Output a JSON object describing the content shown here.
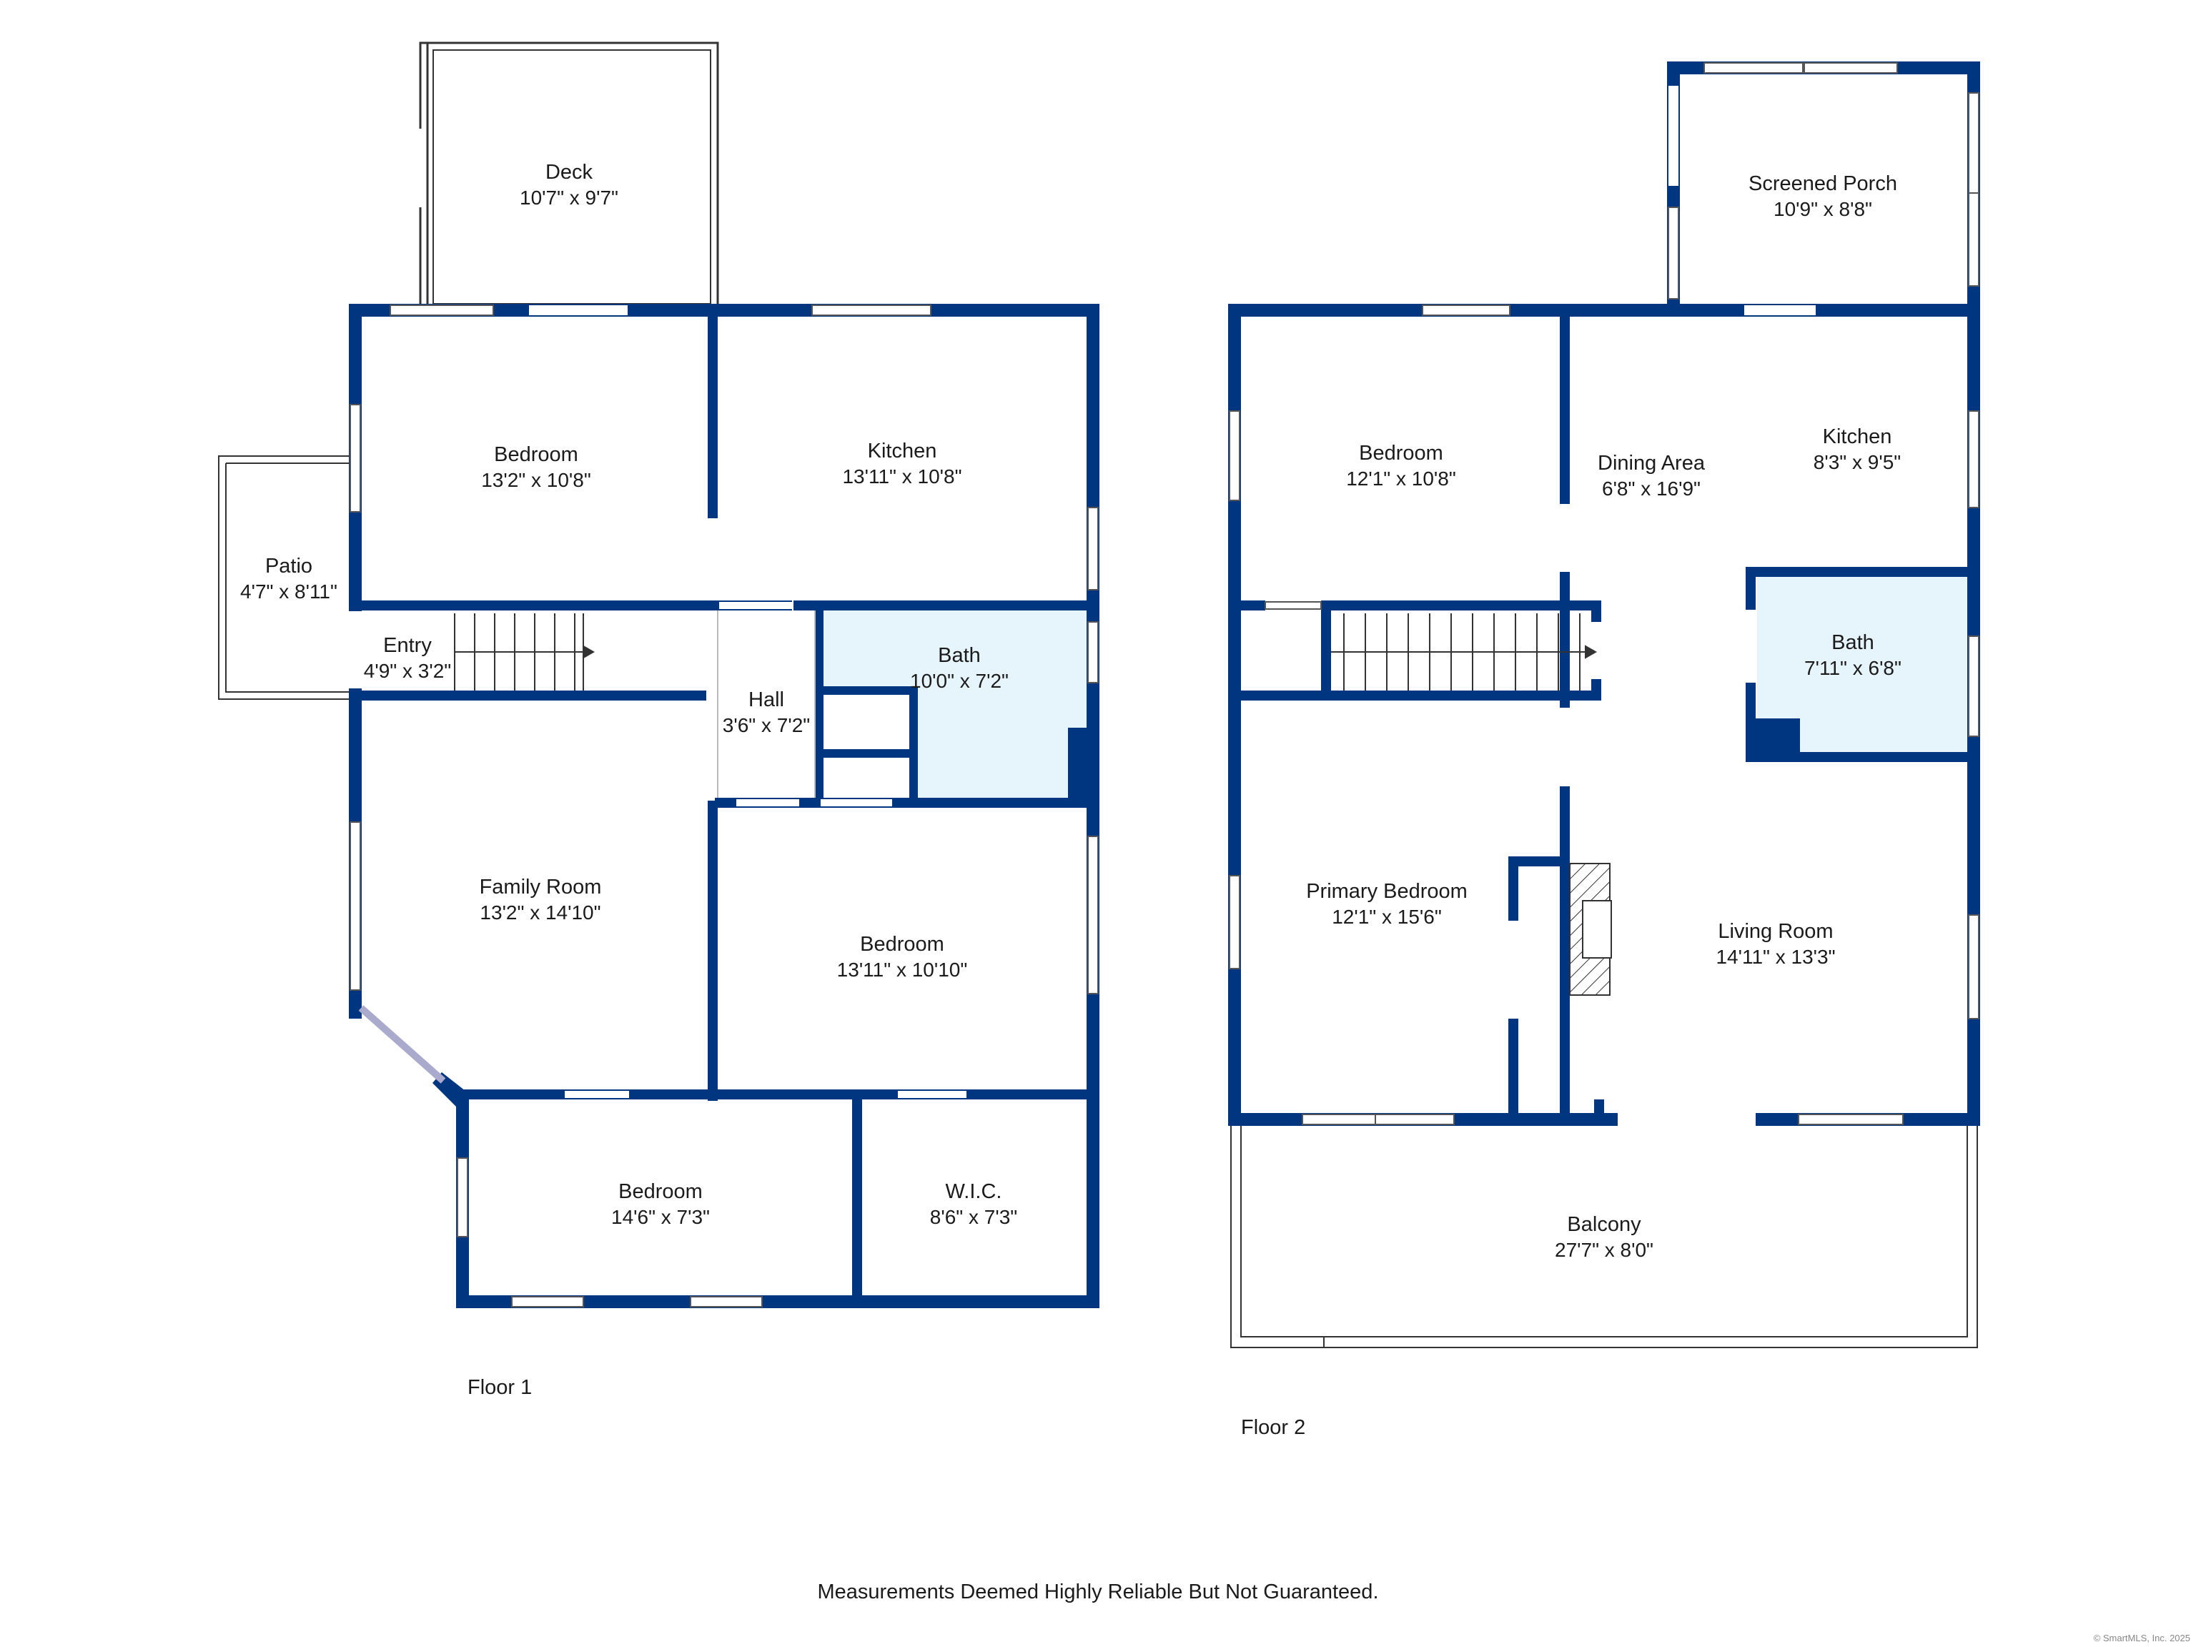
{
  "colors": {
    "wall": "#003580",
    "bath_fill": "#e6f4fc",
    "outline": "#333333"
  },
  "floor1": {
    "label": "Floor 1",
    "rooms": {
      "deck": {
        "name": "Deck",
        "dims": "10'7\" x 9'7\""
      },
      "bedroom_nw": {
        "name": "Bedroom",
        "dims": "13'2\" x 10'8\""
      },
      "kitchen": {
        "name": "Kitchen",
        "dims": "13'11\" x 10'8\""
      },
      "patio": {
        "name": "Patio",
        "dims": "4'7\" x 8'11\""
      },
      "entry": {
        "name": "Entry",
        "dims": "4'9\" x 3'2\""
      },
      "hall": {
        "name": "Hall",
        "dims": "3'6\" x 7'2\""
      },
      "bath": {
        "name": "Bath",
        "dims": "10'0\" x 7'2\""
      },
      "family_room": {
        "name": "Family Room",
        "dims": "13'2\" x 14'10\""
      },
      "bedroom_e": {
        "name": "Bedroom",
        "dims": "13'11\" x 10'10\""
      },
      "bedroom_s": {
        "name": "Bedroom",
        "dims": "14'6\" x 7'3\""
      },
      "wic": {
        "name": "W.I.C.",
        "dims": "8'6\" x 7'3\""
      }
    }
  },
  "floor2": {
    "label": "Floor 2",
    "rooms": {
      "screened_porch": {
        "name": "Screened Porch",
        "dims": "10'9\" x 8'8\""
      },
      "bedroom": {
        "name": "Bedroom",
        "dims": "12'1\" x 10'8\""
      },
      "dining_area": {
        "name": "Dining Area",
        "dims": "6'8\" x 16'9\""
      },
      "kitchen": {
        "name": "Kitchen",
        "dims": "8'3\" x 9'5\""
      },
      "bath": {
        "name": "Bath",
        "dims": "7'11\" x 6'8\""
      },
      "primary_bedroom": {
        "name": "Primary Bedroom",
        "dims": "12'1\" x 15'6\""
      },
      "living_room": {
        "name": "Living Room",
        "dims": "14'11\" x 13'3\""
      },
      "balcony": {
        "name": "Balcony",
        "dims": "27'7\" x 8'0\""
      }
    }
  },
  "disclaimer": "Measurements Deemed Highly Reliable But Not Guaranteed.",
  "copyright": "© SmartMLS, Inc. 2025"
}
